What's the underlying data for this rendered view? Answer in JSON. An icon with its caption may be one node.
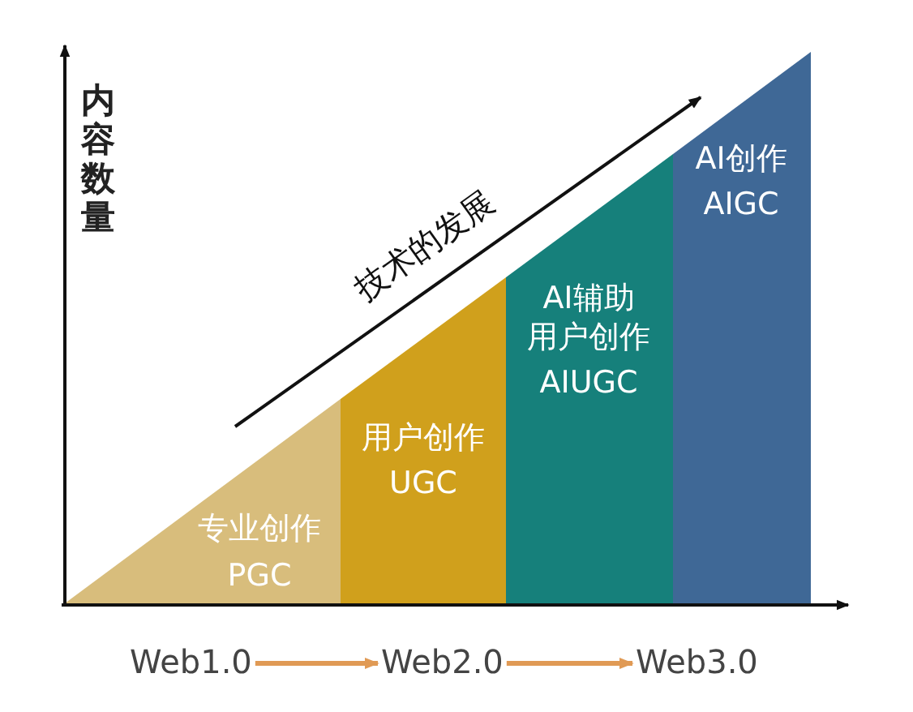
{
  "diagram": {
    "nodes": [
      {
        "text": [
          "专业创作",
          "PGC"
        ]
      },
      {
        "text": [
          "用户创作",
          "UGC"
        ]
      },
      {
        "text": [
          "AI辅助用户创作",
          "AIUGC"
        ]
      },
      {
        "text": [
          "AI创作",
          "AIGC"
        ]
      },
      {
        "text": [
          "Web1.0"
        ]
      },
      {
        "text": [
          "Web2.0"
        ]
      },
      {
        "text": [
          "Web3.0"
        ]
      }
    ],
    "edges": [
      {
        "from": 4,
        "to": 5,
        "arrow": "to"
      },
      {
        "from": 5,
        "to": 6,
        "arrow": "to"
      }
    ],
    "labels": [
      "内容数量",
      "技术的发展"
    ]
  }
}
